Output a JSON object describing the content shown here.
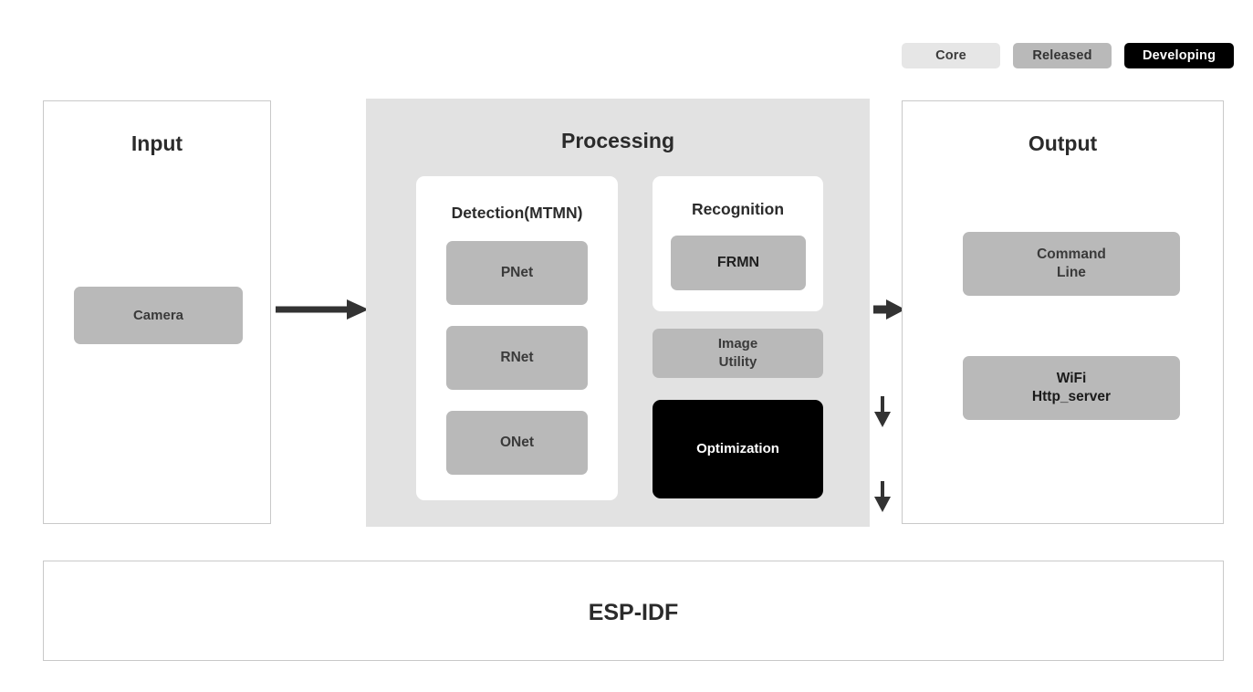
{
  "legend": {
    "items": [
      {
        "label": "Core",
        "color": "#e6e6e6",
        "text_color": "#3a3a3a"
      },
      {
        "label": "Released",
        "color": "#b9b9b9",
        "text_color": "#333333"
      },
      {
        "label": "Developing",
        "color": "#000000",
        "text_color": "#ffffff"
      }
    ]
  },
  "panels": {
    "input": {
      "title": "Input",
      "boxes": [
        {
          "label": "Camera",
          "status": "Released"
        }
      ]
    },
    "processing": {
      "title": "Processing",
      "detection": {
        "title": "Detection(MTMN)",
        "stages": [
          {
            "label": "PNet",
            "status": "Released"
          },
          {
            "label": "RNet",
            "status": "Released"
          },
          {
            "label": "ONet",
            "status": "Released"
          }
        ]
      },
      "recognition": {
        "title": "Recognition",
        "boxes": [
          {
            "label": "FRMN",
            "status": "Released"
          }
        ]
      },
      "extras": [
        {
          "label": "Image\nUtility",
          "status": "Released"
        },
        {
          "label": "Optimization",
          "status": "Developing"
        }
      ]
    },
    "output": {
      "title": "Output",
      "boxes": [
        {
          "label": "Command\nLine",
          "status": "Released"
        },
        {
          "label": "WiFi\nHttp_server",
          "status": "Released"
        }
      ]
    },
    "foundation": {
      "title": "ESP-IDF"
    }
  },
  "colors": {
    "core": "#e2e2e2",
    "released": "#b9b9b9",
    "developing": "#000000",
    "panel_border": "#c9c9c9",
    "arrow": "#333333",
    "text_dark": "#2b2b2b"
  },
  "flow": {
    "arrows": [
      {
        "from": "Input",
        "to": "Processing",
        "direction": "right"
      },
      {
        "from": "Processing",
        "to": "Output",
        "direction": "right"
      },
      {
        "from": "PNet",
        "to": "RNet",
        "direction": "down"
      },
      {
        "from": "RNet",
        "to": "ONet",
        "direction": "down"
      }
    ]
  }
}
